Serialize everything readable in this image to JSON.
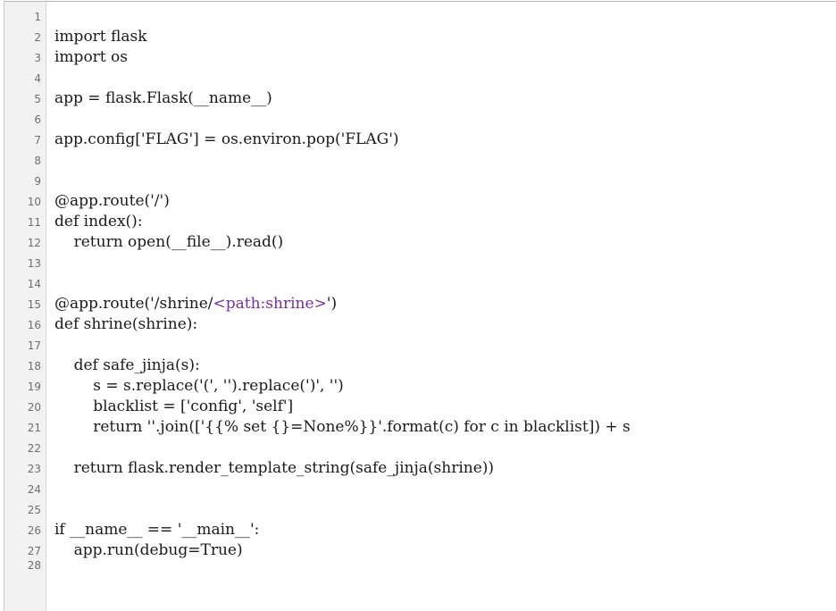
{
  "editor": {
    "lines": [
      {
        "num": "1",
        "pre": "",
        "tag": "",
        "post": ""
      },
      {
        "num": "2",
        "pre": "import flask",
        "tag": "",
        "post": ""
      },
      {
        "num": "3",
        "pre": "import os",
        "tag": "",
        "post": ""
      },
      {
        "num": "4",
        "pre": "",
        "tag": "",
        "post": ""
      },
      {
        "num": "5",
        "pre": "app = flask.Flask(__name__)",
        "tag": "",
        "post": ""
      },
      {
        "num": "6",
        "pre": "",
        "tag": "",
        "post": ""
      },
      {
        "num": "7",
        "pre": "app.config['FLAG'] = os.environ.pop('FLAG')",
        "tag": "",
        "post": ""
      },
      {
        "num": "8",
        "pre": "",
        "tag": "",
        "post": ""
      },
      {
        "num": "9",
        "pre": "",
        "tag": "",
        "post": ""
      },
      {
        "num": "10",
        "pre": "@app.route('/')",
        "tag": "",
        "post": ""
      },
      {
        "num": "11",
        "pre": "def index():",
        "tag": "",
        "post": ""
      },
      {
        "num": "12",
        "pre": "    return open(__file__).read()",
        "tag": "",
        "post": ""
      },
      {
        "num": "13",
        "pre": "",
        "tag": "",
        "post": ""
      },
      {
        "num": "14",
        "pre": "",
        "tag": "",
        "post": ""
      },
      {
        "num": "15",
        "pre": "@app.route('/shrine/",
        "tag": "<path:shrine>",
        "post": "')"
      },
      {
        "num": "16",
        "pre": "def shrine(shrine):",
        "tag": "",
        "post": ""
      },
      {
        "num": "17",
        "pre": "",
        "tag": "",
        "post": ""
      },
      {
        "num": "18",
        "pre": "    def safe_jinja(s):",
        "tag": "",
        "post": ""
      },
      {
        "num": "19",
        "pre": "        s = s.replace('(', '').replace(')', '')",
        "tag": "",
        "post": ""
      },
      {
        "num": "20",
        "pre": "        blacklist = ['config', 'self']",
        "tag": "",
        "post": ""
      },
      {
        "num": "21",
        "pre": "        return ''.join(['{{% set {}=None%}}'.format(c) for c in blacklist]) + s",
        "tag": "",
        "post": ""
      },
      {
        "num": "22",
        "pre": "",
        "tag": "",
        "post": ""
      },
      {
        "num": "23",
        "pre": "    return flask.render_template_string(safe_jinja(shrine))",
        "tag": "",
        "post": ""
      },
      {
        "num": "24",
        "pre": "",
        "tag": "",
        "post": ""
      },
      {
        "num": "25",
        "pre": "",
        "tag": "",
        "post": ""
      },
      {
        "num": "26",
        "pre": "if __name__ == '__main__':",
        "tag": "",
        "post": ""
      },
      {
        "num": "27",
        "pre": "    app.run(debug=True)",
        "tag": "",
        "post": ""
      },
      {
        "num": "28",
        "pre": "",
        "tag": "",
        "post": ""
      }
    ]
  }
}
